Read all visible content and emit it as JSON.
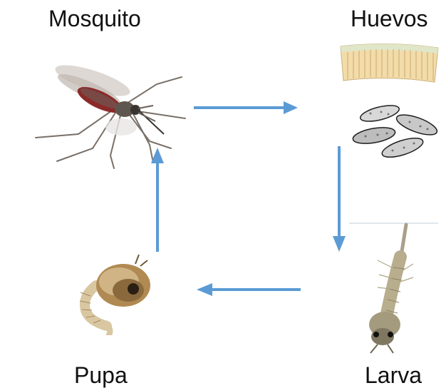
{
  "stages": {
    "mosquito": "Mosquito",
    "huevos": "Huevos",
    "larva": "Larva",
    "pupa": "Pupa"
  },
  "colors": {
    "arrow": "#5b9bd5",
    "egg_raft": "#f2dcaa",
    "egg_dark": "#2a2a2a",
    "mosquito_body": "#8a7f74",
    "mosquito_red": "#8b2a2a",
    "larva": "#b8ad8c",
    "pupa": "#9a7b4e"
  },
  "icons": [
    "mosquito-image",
    "egg-raft-image",
    "eggs-image",
    "larva-image",
    "pupa-image",
    "arrow-right",
    "arrow-down",
    "arrow-left",
    "arrow-up"
  ]
}
